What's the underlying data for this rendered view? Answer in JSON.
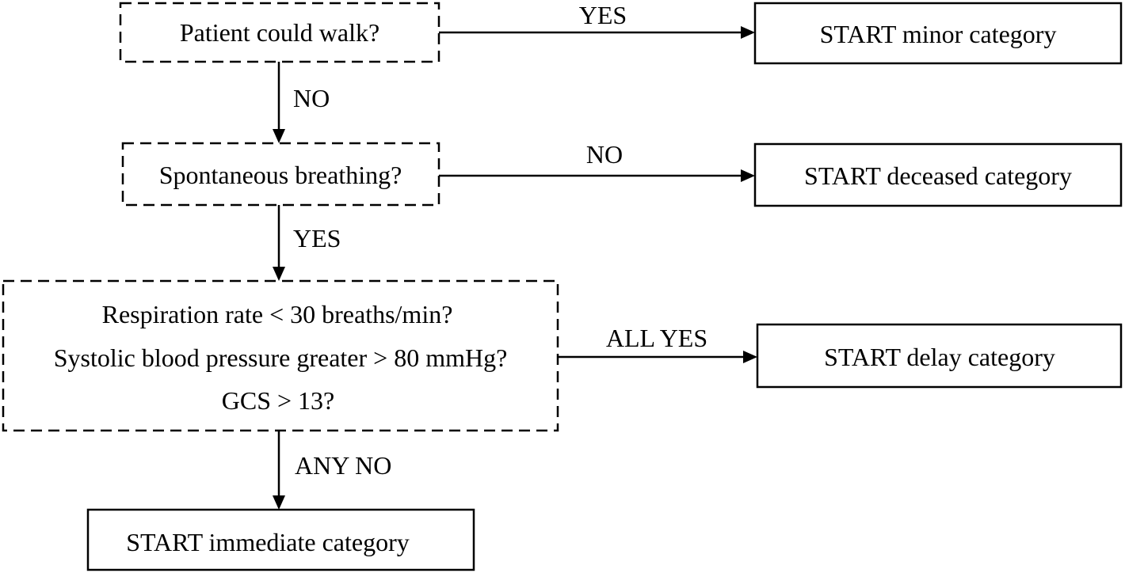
{
  "nodes": {
    "walk": {
      "text": "Patient could walk?"
    },
    "breathing": {
      "text": "Spontaneous breathing?"
    },
    "vitals": {
      "lines": [
        "Respiration rate < 30 breaths/min?",
        "Systolic blood pressure greater > 80 mmHg?",
        "GCS > 13?"
      ]
    },
    "minor": {
      "text": "START minor category"
    },
    "deceased": {
      "text": "START deceased category"
    },
    "delay": {
      "text": "START delay category"
    },
    "immediate": {
      "text": "START immediate category"
    }
  },
  "edges": {
    "walk_to_minor": {
      "label": "YES"
    },
    "walk_to_breathing": {
      "label": "NO"
    },
    "breathing_to_deceased": {
      "label": "NO"
    },
    "breathing_to_vitals": {
      "label": "YES"
    },
    "vitals_to_delay": {
      "label": "ALL YES"
    },
    "vitals_to_immediate": {
      "label": "ANY NO"
    }
  }
}
